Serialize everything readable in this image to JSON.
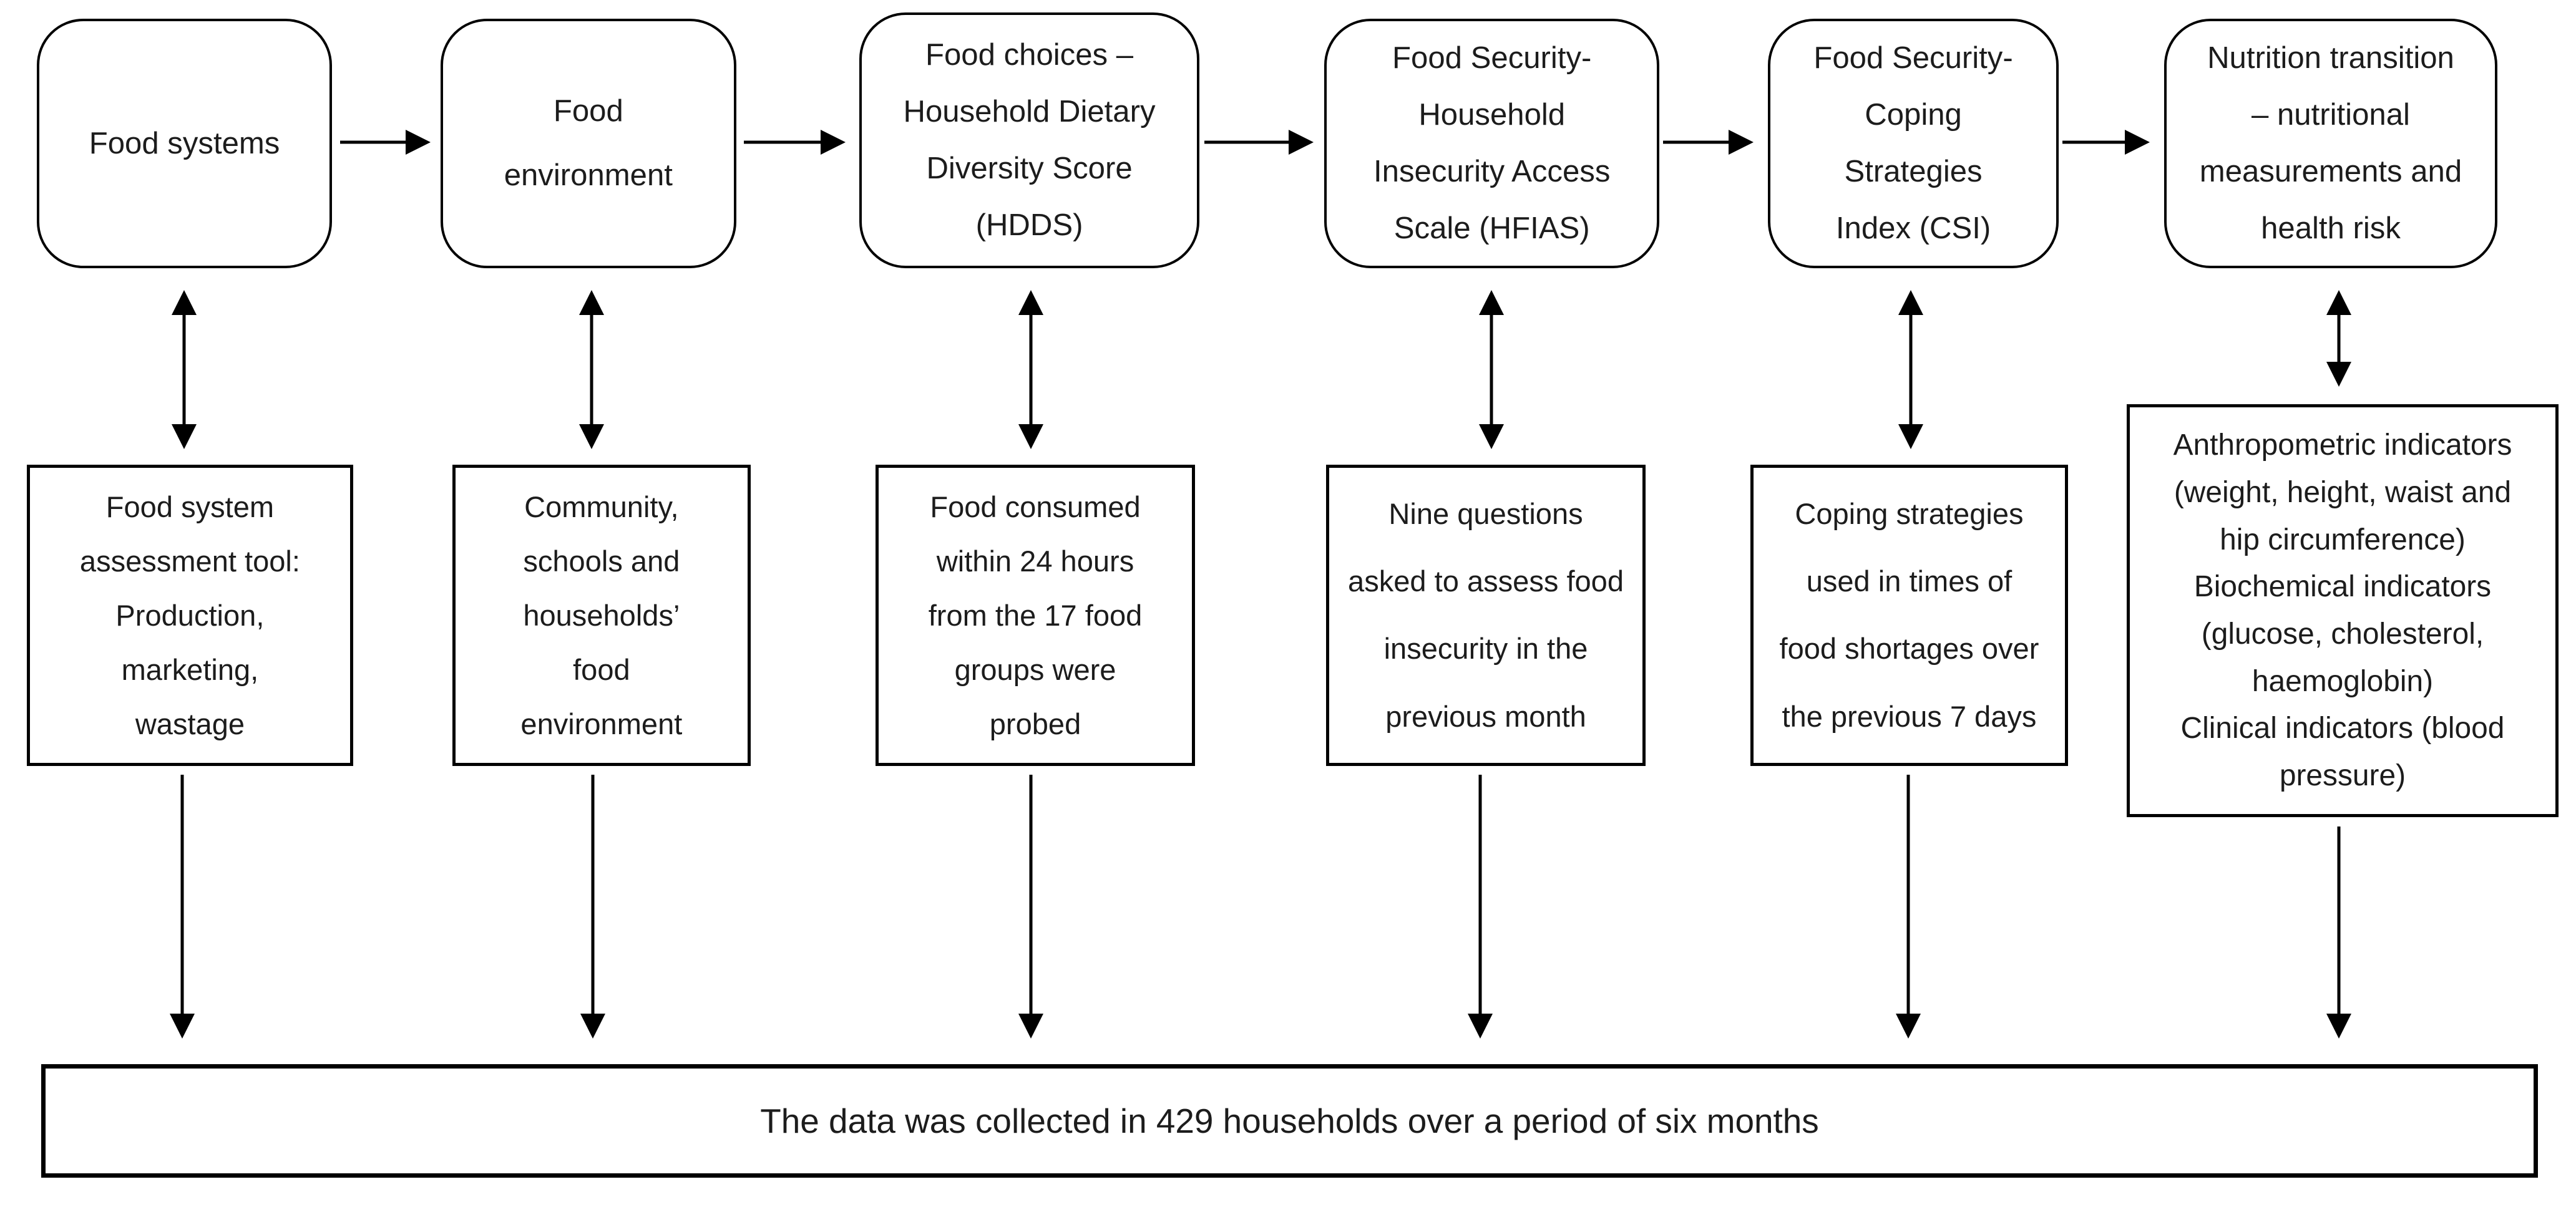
{
  "diagram": {
    "colors": {
      "background": "#ffffff",
      "stroke": "#000000",
      "text": "#1c1c1c"
    },
    "top_row": [
      {
        "id": "food-systems",
        "text": "Food systems"
      },
      {
        "id": "food-environment",
        "text": "Food\nenvironment"
      },
      {
        "id": "food-choices-hdds",
        "text": "Food choices –\nHousehold Dietary\nDiversity Score\n(HDDS)"
      },
      {
        "id": "food-security-hfias",
        "text": "Food Security-\nHousehold\nInsecurity Access\nScale (HFIAS)"
      },
      {
        "id": "food-security-csi",
        "text": "Food Security-\nCoping\nStrategies\nIndex (CSI)"
      },
      {
        "id": "nutrition-transition",
        "text": "Nutrition transition\n– nutritional\nmeasurements and\nhealth risk"
      }
    ],
    "middle_row": [
      {
        "id": "food-system-assessment",
        "text": "Food system\nassessment tool:\nProduction,\nmarketing,\nwastage"
      },
      {
        "id": "community-environment",
        "text": "Community,\nschools and\nhouseholds’\nfood\nenvironment"
      },
      {
        "id": "food-consumed-24h",
        "text": "Food consumed\nwithin 24 hours\nfrom the 17 food\ngroups were\nprobed"
      },
      {
        "id": "nine-questions",
        "text": "Nine questions\nasked to assess food\ninsecurity in the\nprevious month"
      },
      {
        "id": "coping-strategies",
        "text": "Coping strategies\nused in times of\nfood shortages over\nthe previous 7 days"
      },
      {
        "id": "health-indicators",
        "text": "Anthropometric indicators\n(weight, height, waist and\nhip circumference)\nBiochemical indicators\n(glucose, cholesterol,\nhaemoglobin)\nClinical indicators (blood\npressure)"
      }
    ],
    "bottom_bar": {
      "text": "The data was collected in 429 households over a period of six months"
    },
    "arrows": {
      "top_flow_right_count": 5,
      "bidirectional_vertical_count": 6,
      "down_to_bottom_bar_count": 6
    }
  }
}
